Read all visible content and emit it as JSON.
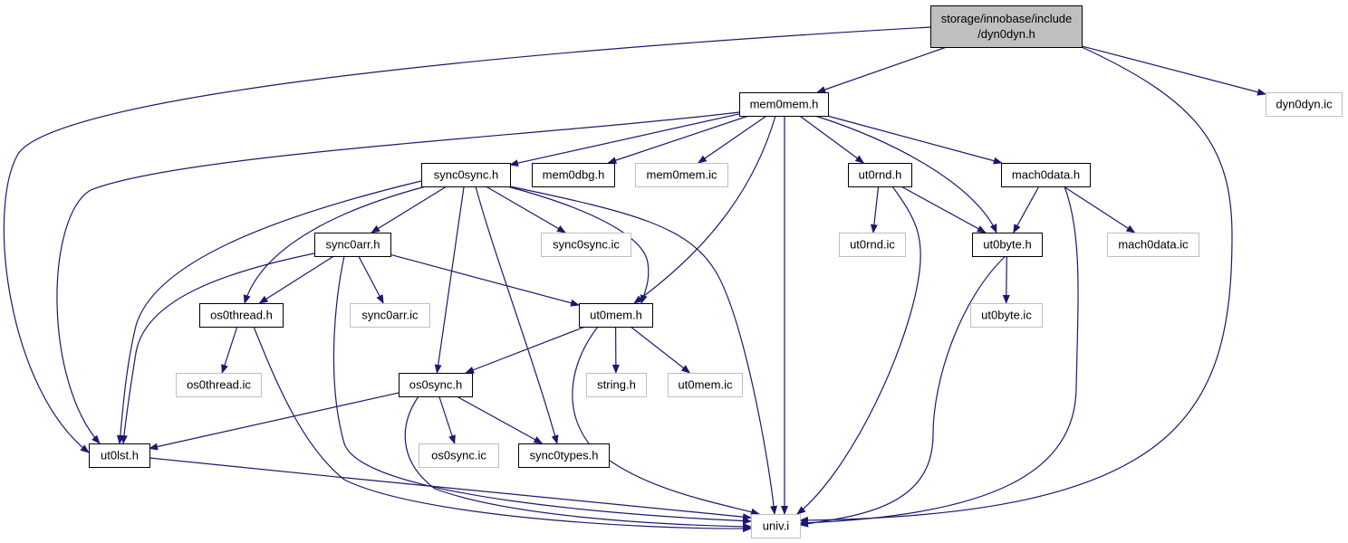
{
  "diagram": {
    "title": "",
    "colors": {
      "edge": "#191970",
      "root_fill": "#bfbfbf",
      "normal_stroke": "#000000",
      "external_stroke": "#bfbfbf",
      "label": "#000000",
      "background": "#ffffff"
    },
    "nodes": [
      {
        "id": "dyn0dyn_h",
        "lines": [
          "storage/innobase/include",
          "/dyn0dyn.h"
        ],
        "style": "root"
      },
      {
        "id": "mem0mem_h",
        "lines": [
          "mem0mem.h"
        ],
        "style": "normal"
      },
      {
        "id": "dyn0dyn_ic",
        "lines": [
          "dyn0dyn.ic"
        ],
        "style": "external"
      },
      {
        "id": "sync0sync_h",
        "lines": [
          "sync0sync.h"
        ],
        "style": "normal"
      },
      {
        "id": "mem0dbg_h",
        "lines": [
          "mem0dbg.h"
        ],
        "style": "normal"
      },
      {
        "id": "mem0mem_ic",
        "lines": [
          "mem0mem.ic"
        ],
        "style": "external"
      },
      {
        "id": "ut0rnd_h",
        "lines": [
          "ut0rnd.h"
        ],
        "style": "normal"
      },
      {
        "id": "mach0data_h",
        "lines": [
          "mach0data.h"
        ],
        "style": "normal"
      },
      {
        "id": "sync0arr_h",
        "lines": [
          "sync0arr.h"
        ],
        "style": "normal"
      },
      {
        "id": "sync0sync_ic",
        "lines": [
          "sync0sync.ic"
        ],
        "style": "external"
      },
      {
        "id": "ut0rnd_ic",
        "lines": [
          "ut0rnd.ic"
        ],
        "style": "external"
      },
      {
        "id": "ut0byte_h",
        "lines": [
          "ut0byte.h"
        ],
        "style": "normal"
      },
      {
        "id": "mach0data_ic",
        "lines": [
          "mach0data.ic"
        ],
        "style": "external"
      },
      {
        "id": "os0thread_h",
        "lines": [
          "os0thread.h"
        ],
        "style": "normal"
      },
      {
        "id": "sync0arr_ic",
        "lines": [
          "sync0arr.ic"
        ],
        "style": "external"
      },
      {
        "id": "ut0mem_h",
        "lines": [
          "ut0mem.h"
        ],
        "style": "normal"
      },
      {
        "id": "ut0byte_ic",
        "lines": [
          "ut0byte.ic"
        ],
        "style": "external"
      },
      {
        "id": "os0thread_ic",
        "lines": [
          "os0thread.ic"
        ],
        "style": "external"
      },
      {
        "id": "os0sync_h",
        "lines": [
          "os0sync.h"
        ],
        "style": "normal"
      },
      {
        "id": "string_h",
        "lines": [
          "string.h"
        ],
        "style": "external"
      },
      {
        "id": "ut0mem_ic",
        "lines": [
          "ut0mem.ic"
        ],
        "style": "external"
      },
      {
        "id": "ut0lst_h",
        "lines": [
          "ut0lst.h"
        ],
        "style": "normal"
      },
      {
        "id": "os0sync_ic",
        "lines": [
          "os0sync.ic"
        ],
        "style": "external"
      },
      {
        "id": "sync0types_h",
        "lines": [
          "sync0types.h"
        ],
        "style": "normal"
      },
      {
        "id": "univ_i",
        "lines": [
          "univ.i"
        ],
        "style": "external"
      }
    ],
    "edges": [
      {
        "from": "dyn0dyn_h",
        "to": "mem0mem_h"
      },
      {
        "from": "dyn0dyn_h",
        "to": "dyn0dyn_ic"
      },
      {
        "from": "dyn0dyn_h",
        "to": "ut0lst_h"
      },
      {
        "from": "dyn0dyn_h",
        "to": "univ_i"
      },
      {
        "from": "mem0mem_h",
        "to": "sync0sync_h"
      },
      {
        "from": "mem0mem_h",
        "to": "mem0dbg_h"
      },
      {
        "from": "mem0mem_h",
        "to": "mem0mem_ic"
      },
      {
        "from": "mem0mem_h",
        "to": "ut0rnd_h"
      },
      {
        "from": "mem0mem_h",
        "to": "mach0data_h"
      },
      {
        "from": "mem0mem_h",
        "to": "ut0byte_h"
      },
      {
        "from": "mem0mem_h",
        "to": "ut0mem_h"
      },
      {
        "from": "mem0mem_h",
        "to": "ut0lst_h"
      },
      {
        "from": "mem0mem_h",
        "to": "univ_i"
      },
      {
        "from": "sync0sync_h",
        "to": "sync0arr_h"
      },
      {
        "from": "sync0sync_h",
        "to": "sync0sync_ic"
      },
      {
        "from": "sync0sync_h",
        "to": "os0thread_h"
      },
      {
        "from": "sync0sync_h",
        "to": "ut0mem_h"
      },
      {
        "from": "sync0sync_h",
        "to": "os0sync_h"
      },
      {
        "from": "sync0sync_h",
        "to": "ut0lst_h"
      },
      {
        "from": "sync0sync_h",
        "to": "sync0types_h"
      },
      {
        "from": "sync0sync_h",
        "to": "univ_i"
      },
      {
        "from": "sync0arr_h",
        "to": "os0thread_h"
      },
      {
        "from": "sync0arr_h",
        "to": "sync0arr_ic"
      },
      {
        "from": "sync0arr_h",
        "to": "ut0mem_h"
      },
      {
        "from": "sync0arr_h",
        "to": "ut0lst_h"
      },
      {
        "from": "sync0arr_h",
        "to": "univ_i"
      },
      {
        "from": "ut0rnd_h",
        "to": "ut0rnd_ic"
      },
      {
        "from": "ut0rnd_h",
        "to": "ut0byte_h"
      },
      {
        "from": "ut0rnd_h",
        "to": "univ_i"
      },
      {
        "from": "mach0data_h",
        "to": "ut0byte_h"
      },
      {
        "from": "mach0data_h",
        "to": "mach0data_ic"
      },
      {
        "from": "mach0data_h",
        "to": "univ_i"
      },
      {
        "from": "ut0byte_h",
        "to": "ut0byte_ic"
      },
      {
        "from": "ut0byte_h",
        "to": "univ_i"
      },
      {
        "from": "os0thread_h",
        "to": "os0thread_ic"
      },
      {
        "from": "os0thread_h",
        "to": "univ_i"
      },
      {
        "from": "ut0mem_h",
        "to": "os0sync_h"
      },
      {
        "from": "ut0mem_h",
        "to": "string_h"
      },
      {
        "from": "ut0mem_h",
        "to": "ut0mem_ic"
      },
      {
        "from": "ut0mem_h",
        "to": "univ_i"
      },
      {
        "from": "os0sync_h",
        "to": "ut0lst_h"
      },
      {
        "from": "os0sync_h",
        "to": "os0sync_ic"
      },
      {
        "from": "os0sync_h",
        "to": "sync0types_h"
      },
      {
        "from": "os0sync_h",
        "to": "univ_i"
      },
      {
        "from": "ut0lst_h",
        "to": "univ_i"
      }
    ]
  }
}
